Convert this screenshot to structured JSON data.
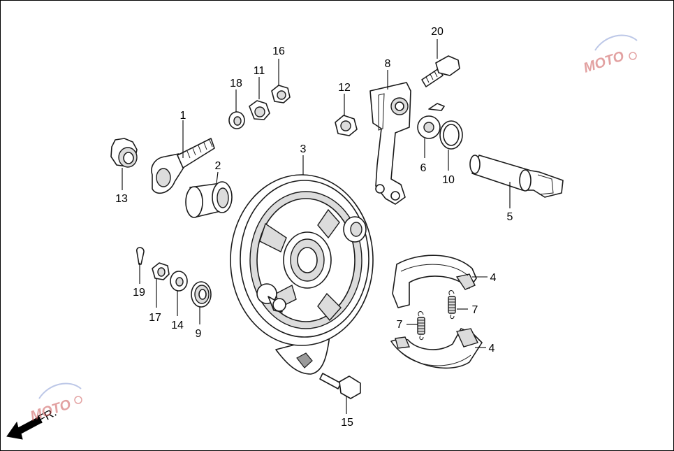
{
  "callouts": {
    "c1": "1",
    "c2": "2",
    "c3": "3",
    "c4a": "4",
    "c4b": "4",
    "c5": "5",
    "c6": "6",
    "c7a": "7",
    "c7b": "7",
    "c8": "8",
    "c9": "9",
    "c10": "10",
    "c11": "11",
    "c12": "12",
    "c13": "13",
    "c14": "14",
    "c15": "15",
    "c16": "16",
    "c17": "17",
    "c18": "18",
    "c19": "19",
    "c20": "20"
  },
  "direction_label": "FR.",
  "watermark": {
    "text": "MOTO"
  },
  "colors": {
    "line": "#1a1a1a",
    "watermark_red": "#cc5555",
    "watermark_blue": "#7a8fd0"
  }
}
